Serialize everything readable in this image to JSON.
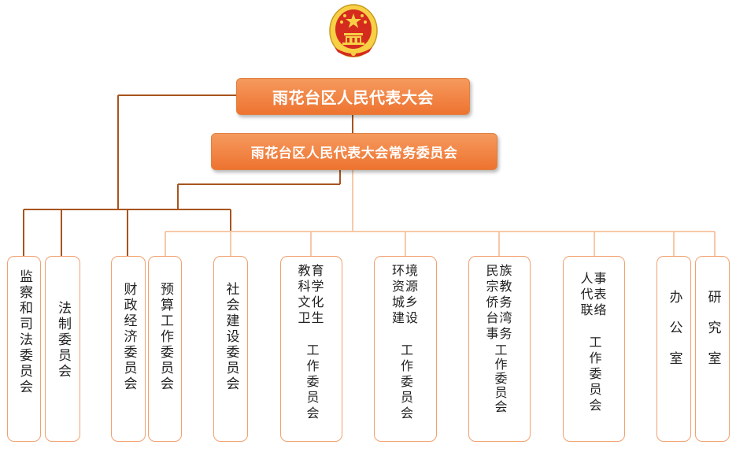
{
  "emblem": {
    "name": "national-emblem",
    "colors": {
      "red": "#d52b1e",
      "gold": "#f7d046"
    }
  },
  "colors": {
    "orange": "#ee7330",
    "dark_line": "#a8541e",
    "light_line": "#f6c9a8",
    "box_border": "#f2a06e"
  },
  "congress": {
    "label": "雨花台区人民代表大会"
  },
  "standing_committee": {
    "label": "雨花台区人民代表大会常务委员会"
  },
  "committees": [
    {
      "id": "supervision-judicial",
      "label": "监察和司法委员会"
    },
    {
      "id": "legislative",
      "label": "法制委员会"
    },
    {
      "id": "finance-economy",
      "label": "财政经济委员会"
    },
    {
      "id": "budget",
      "label": "预算工作委员会"
    },
    {
      "id": "social",
      "label": "社会建设委员会"
    },
    {
      "id": "education",
      "top": [
        "教育",
        "科学",
        "文化",
        "卫生"
      ],
      "bottom": "工作委员会"
    },
    {
      "id": "environment",
      "top": [
        "环境",
        "资源",
        "城乡",
        "建设"
      ],
      "bottom": "工作委员会"
    },
    {
      "id": "ethnic",
      "top": [
        "民族",
        "宗教",
        "侨务",
        "台湾",
        "事务"
      ],
      "bottom": "工作委员会"
    },
    {
      "id": "personnel",
      "top": [
        "人事",
        "代表",
        "联络"
      ],
      "bottom": "工作委员会"
    },
    {
      "id": "office",
      "label": "办公室"
    },
    {
      "id": "research",
      "label": "研究室"
    }
  ]
}
